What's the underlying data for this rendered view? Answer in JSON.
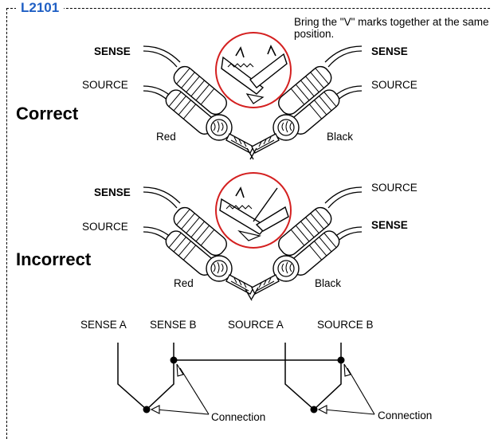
{
  "model_label": "L2101",
  "instruction": "Bring the \"V\" marks together at the same position.",
  "correct": {
    "title": "Correct",
    "left_top": "SENSE",
    "left_bottom": "SOURCE",
    "right_top": "SENSE",
    "right_bottom": "SOURCE",
    "left_color": "Red",
    "right_color": "Black"
  },
  "incorrect": {
    "title": "Incorrect",
    "left_top": "SENSE",
    "left_bottom": "SOURCE",
    "right_top": "SOURCE",
    "right_bottom": "SENSE",
    "left_color": "Red",
    "right_color": "Black"
  },
  "wiring": {
    "sense_a": "SENSE A",
    "sense_b": "SENSE B",
    "source_a": "SOURCE A",
    "source_b": "SOURCE B",
    "connection_left": "Connection",
    "connection_right": "Connection"
  },
  "colors": {
    "model": "#1f5fc4",
    "callout_ring": "#d42020",
    "line": "#000000"
  }
}
